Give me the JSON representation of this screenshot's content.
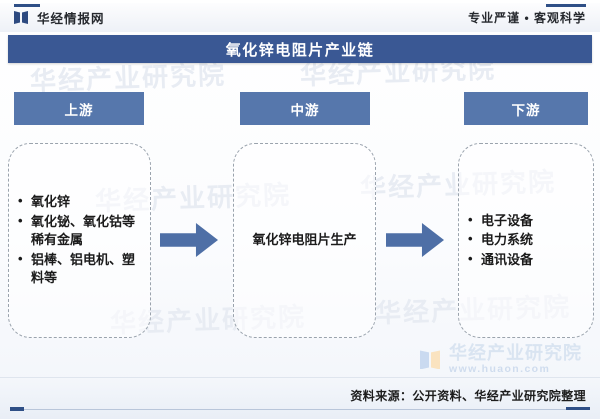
{
  "header": {
    "brand": "华经情报网",
    "slogan": "专业严谨 • 客观科学",
    "logo_icon": "brand-bowtie-icon"
  },
  "title": "氧化锌电阻片产业链",
  "chart_data": {
    "type": "diagram",
    "title": "氧化锌电阻片产业链",
    "stages": [
      {
        "label": "上游",
        "items": [
          "氧化锌",
          "氧化铋、氧化钴等稀有金属",
          "铝棒、铝电机、塑料等"
        ]
      },
      {
        "label": "中游",
        "items": [
          "氧化锌电阻片生产"
        ]
      },
      {
        "label": "下游",
        "items": [
          "电子设备",
          "电力系统",
          "通讯设备"
        ]
      }
    ],
    "connectors": [
      "arrow-right",
      "arrow-right"
    ]
  },
  "watermark": {
    "tile_text": "华经产业研究院",
    "logo_text": "华经产业研究院",
    "logo_url": "www.huaon.com"
  },
  "footer": {
    "source": "资料来源：公开资料、华经产业研究院整理"
  },
  "colors": {
    "title_band": "#3a5894",
    "stage_header": "#5677ac",
    "arrow": "#4e6fa6",
    "accent": "#2f4f86"
  }
}
